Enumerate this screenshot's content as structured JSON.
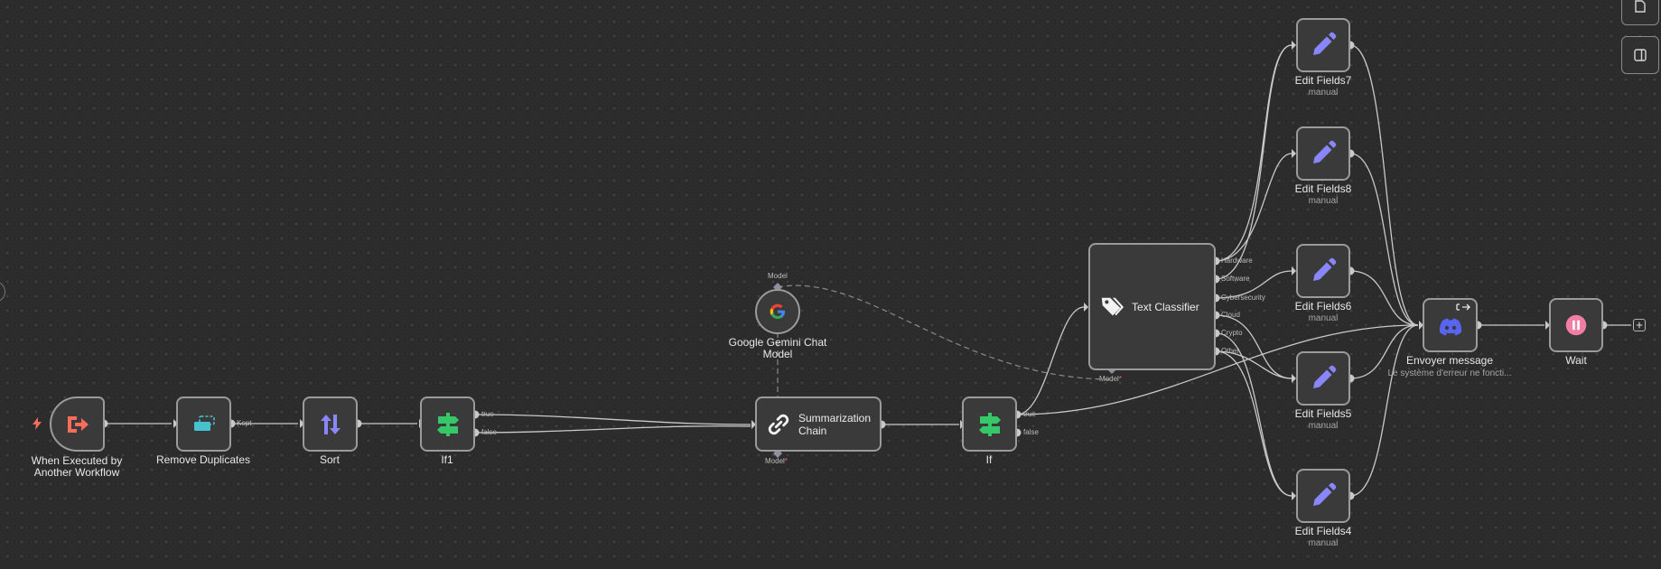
{
  "colors": {
    "canvas": "#2c2c2c",
    "node_bg": "#3a3a3a",
    "node_border": "#9b9b9b",
    "wire": "#c9c9c9",
    "accent_orange": "#ff6d5a",
    "accent_teal": "#47c1d0",
    "accent_purple": "#8a86ff",
    "accent_green": "#35c768",
    "accent_pink": "#f07ea5",
    "discord": "#5865f2"
  },
  "nodes": {
    "trigger": {
      "label_line1": "When Executed by",
      "label_line2": "Another Workflow",
      "icon": "exit-arrow-icon"
    },
    "remove_duplicates": {
      "label": "Remove Duplicates",
      "port_out": "Kept",
      "icon": "dedupe-icon"
    },
    "sort": {
      "label": "Sort",
      "icon": "sort-arrows-icon"
    },
    "if1": {
      "label": "If1",
      "port_true": "true",
      "port_false": "false",
      "icon": "signpost-icon"
    },
    "gemini": {
      "label_line1": "Google Gemini Chat",
      "label_line2": "Model",
      "port_top": "Model",
      "icon": "google-g-icon"
    },
    "summarization": {
      "label_line1": "Summarization",
      "label_line2": "Chain",
      "port_bottom": "Model",
      "required_mark": "*",
      "icon": "chain-link-icon"
    },
    "if": {
      "label": "If",
      "port_true": "true",
      "port_false": "false",
      "icon": "signpost-icon"
    },
    "text_classifier": {
      "label": "Text Classifier",
      "icon": "tag-icon",
      "outputs": [
        "Hardware",
        "Software",
        "Cybersecurity",
        "Cloud",
        "Crypto",
        "Other"
      ],
      "port_bottom": "Model",
      "required_mark": "*"
    },
    "edit_fields7": {
      "label": "Edit Fields7",
      "sub": "manual",
      "icon": "pencil-icon"
    },
    "edit_fields8": {
      "label": "Edit Fields8",
      "sub": "manual",
      "icon": "pencil-icon"
    },
    "edit_fields6": {
      "label": "Edit Fields6",
      "sub": "manual",
      "icon": "pencil-icon"
    },
    "edit_fields5": {
      "label": "Edit Fields5",
      "sub": "manual",
      "icon": "pencil-icon"
    },
    "edit_fields4": {
      "label": "Edit Fields4",
      "sub": "manual",
      "icon": "pencil-icon"
    },
    "envoyer": {
      "label": "Envoyer message",
      "sub": "Le système d'erreur ne foncti...",
      "icon": "discord-icon"
    },
    "wait": {
      "label": "Wait",
      "icon": "pause-icon"
    }
  },
  "toolbar": {
    "sticky_note": "sticky-note-icon",
    "toggle_panel": "side-panel-icon",
    "add_node": "plus-icon"
  }
}
